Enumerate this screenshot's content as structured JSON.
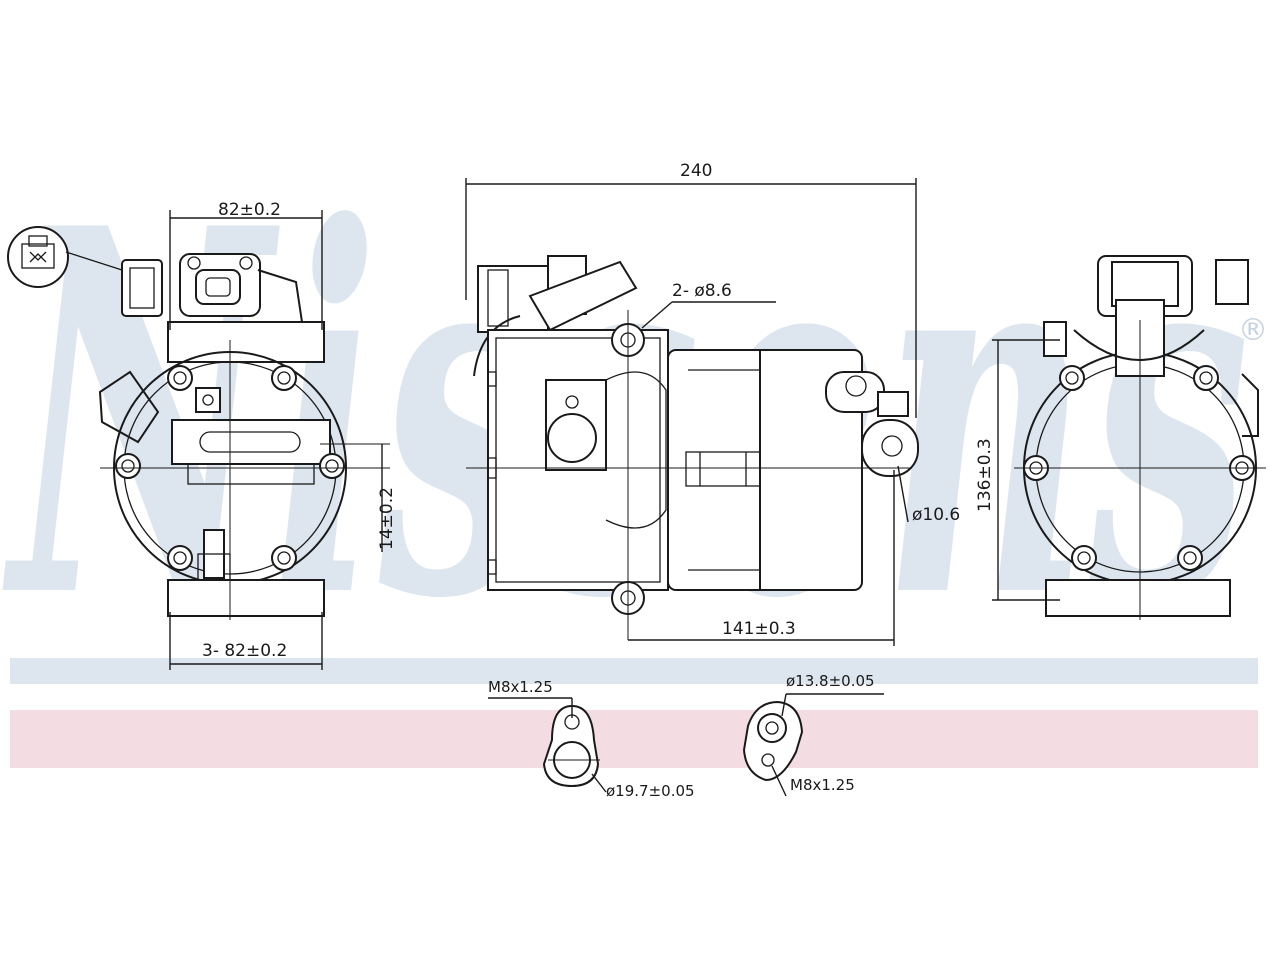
{
  "brand": {
    "watermark": "Nissens",
    "registered_mark": "®",
    "colors": {
      "watermark": "#dde6ef",
      "blue_band": "#dde6ef",
      "pink_band": "#f3dce2",
      "lines": "#1a1a1a"
    }
  },
  "dimensions": {
    "top_width": "82±0.2",
    "overall_length": "240",
    "mount_holes_top": "2- ø8.6",
    "offset_vertical": "14±0.2",
    "lower_hole": "ø10.6",
    "bottom_holes": "3- 82±0.2",
    "mount_distance": "141±0.3",
    "height": "136±0.3",
    "suction_thread": "M8x1.25",
    "suction_diameter": "ø19.7±0.05",
    "discharge_diameter": "ø13.8±0.05",
    "discharge_thread": "M8x1.25"
  }
}
